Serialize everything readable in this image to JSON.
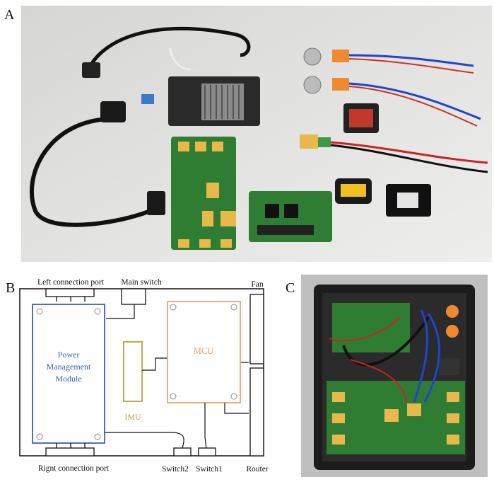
{
  "panels": {
    "a": "A",
    "b": "B",
    "c": "C"
  },
  "diagram": {
    "left_port": "Left connection port",
    "main_switch": "Main switch",
    "fan": "Fan",
    "pmm_line1": "Power",
    "pmm_line2": "Management",
    "pmm_line3": "Module",
    "mcu": "MCU",
    "imu": "IMU",
    "right_port": "Rignt connection port",
    "switch2": "Switch2",
    "switch1": "Switch1",
    "router": "Router"
  },
  "colors": {
    "pmm": "#3a5fbf",
    "mcu": "#f0a070",
    "imu": "#b5a640",
    "line": "#111111"
  }
}
